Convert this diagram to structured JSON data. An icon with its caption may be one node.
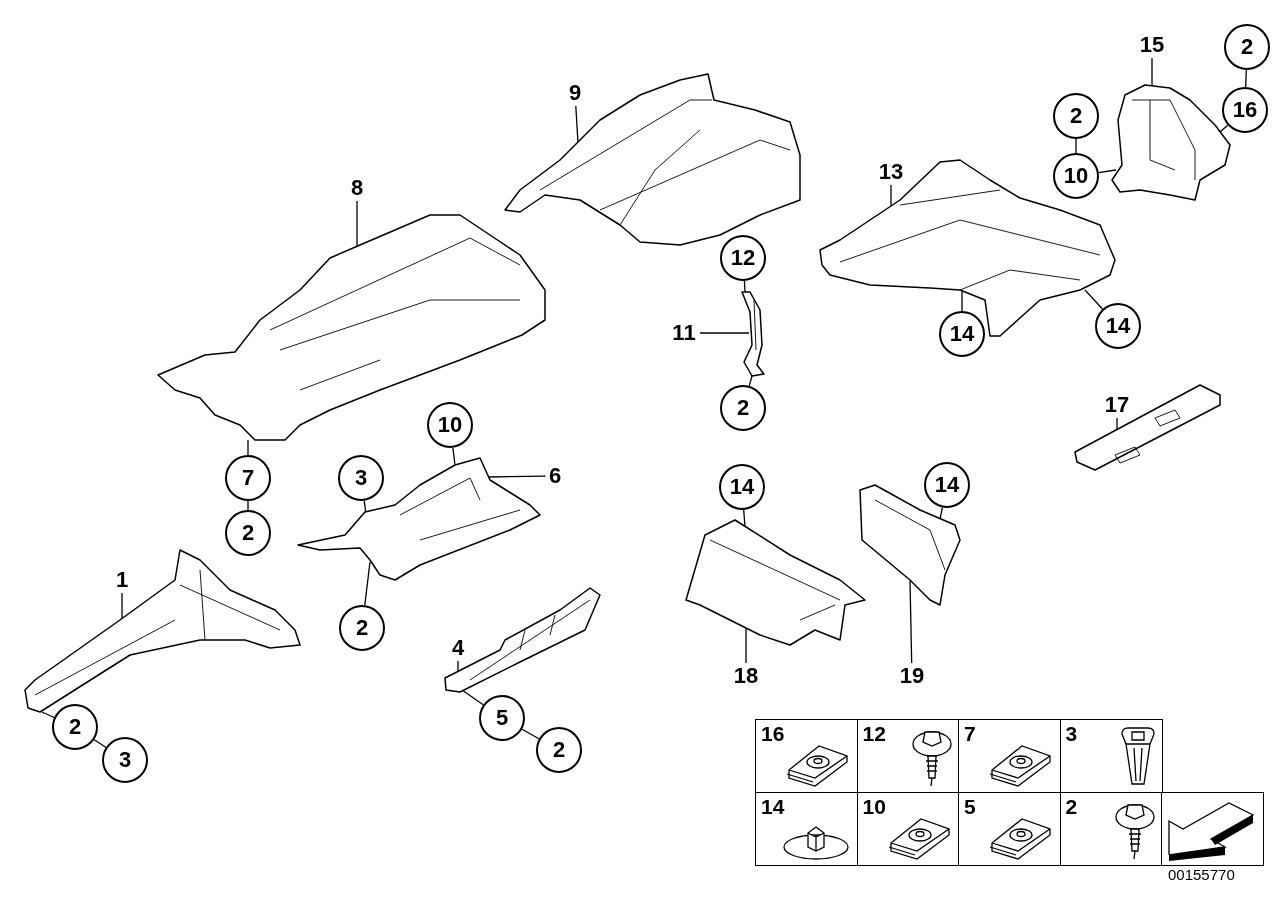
{
  "diagram": {
    "nodes": [
      {
        "text": [
          "9"
        ]
      },
      {
        "text": [],
        "shape": "picture"
      },
      {
        "text": [
          "15"
        ]
      },
      {
        "text": [
          "2"
        ]
      },
      {
        "text": [],
        "shape": "picture"
      },
      {
        "text": [
          "2"
        ]
      },
      {
        "text": [
          "16"
        ]
      },
      {
        "text": [
          "10"
        ]
      },
      {
        "text": [
          "13"
        ]
      },
      {
        "text": [
          "8"
        ]
      },
      {
        "text": [],
        "shape": "picture"
      },
      {
        "text": [],
        "shape": "picture"
      },
      {
        "text": [
          "12"
        ]
      },
      {
        "text": [
          "11"
        ]
      },
      {
        "text": [],
        "shape": "picture"
      },
      {
        "text": [
          "14"
        ]
      },
      {
        "text": [
          "14"
        ]
      },
      {
        "text": [
          "2"
        ]
      },
      {
        "text": [
          "17"
        ]
      },
      {
        "text": [
          "10"
        ]
      },
      {
        "text": [],
        "shape": "picture"
      },
      {
        "text": [
          "7"
        ]
      },
      {
        "text": [
          "6"
        ]
      },
      {
        "text": [
          "3"
        ]
      },
      {
        "text": [
          "14"
        ]
      },
      {
        "text": [
          "14"
        ]
      },
      {
        "text": [],
        "shape": "picture"
      },
      {
        "text": [],
        "shape": "picture"
      },
      {
        "text": [],
        "shape": "picture"
      },
      {
        "text": [
          "2"
        ]
      },
      {
        "text": [
          "1"
        ]
      },
      {
        "text": [],
        "shape": "picture"
      },
      {
        "text": [
          "2"
        ]
      },
      {
        "text": [
          "4"
        ]
      },
      {
        "text": [],
        "shape": "picture"
      },
      {
        "text": [
          "18"
        ]
      },
      {
        "text": [
          "19"
        ]
      },
      {
        "text": [
          "5"
        ]
      },
      {
        "text": [
          "2"
        ]
      },
      {
        "text": [
          "2"
        ]
      },
      {
        "text": [
          "3"
        ]
      }
    ],
    "edges": [
      {
        "from": 0,
        "to": 1,
        "arrow": "none"
      },
      {
        "from": 2,
        "to": 4,
        "arrow": "none"
      },
      {
        "from": 3,
        "to": 6,
        "arrow": "none"
      },
      {
        "from": 6,
        "to": 4,
        "arrow": "none"
      },
      {
        "from": 5,
        "to": 7,
        "arrow": "none"
      },
      {
        "from": 7,
        "to": 4,
        "arrow": "none"
      },
      {
        "from": 8,
        "to": 10,
        "arrow": "none"
      },
      {
        "from": 9,
        "to": 11,
        "arrow": "none"
      },
      {
        "from": 12,
        "to": 14,
        "arrow": "none"
      },
      {
        "from": 13,
        "to": 14,
        "arrow": "none"
      },
      {
        "from": 15,
        "to": 10,
        "arrow": "none"
      },
      {
        "from": 16,
        "to": 10,
        "arrow": "none"
      },
      {
        "from": 17,
        "to": 14,
        "arrow": "none"
      },
      {
        "from": 18,
        "to": 20,
        "arrow": "none"
      },
      {
        "from": 19,
        "to": 26,
        "arrow": "none"
      },
      {
        "from": 21,
        "to": 11,
        "arrow": "none"
      },
      {
        "from": 22,
        "to": 26,
        "arrow": "none"
      },
      {
        "from": 23,
        "to": 26,
        "arrow": "none"
      },
      {
        "from": 24,
        "to": 28,
        "arrow": "none"
      },
      {
        "from": 25,
        "to": 27,
        "arrow": "none"
      },
      {
        "from": 21,
        "to": 29,
        "arrow": "none"
      },
      {
        "from": 30,
        "to": 31,
        "arrow": "none"
      },
      {
        "from": 32,
        "to": 26,
        "arrow": "none"
      },
      {
        "from": 33,
        "to": 34,
        "arrow": "none"
      },
      {
        "from": 35,
        "to": 28,
        "arrow": "none"
      },
      {
        "from": 36,
        "to": 27,
        "arrow": "none"
      },
      {
        "from": 37,
        "to": 34,
        "arrow": "none"
      },
      {
        "from": 38,
        "to": 31,
        "arrow": "none"
      },
      {
        "from": 37,
        "to": 39,
        "arrow": "none"
      },
      {
        "from": 38,
        "to": 40,
        "arrow": "none"
      }
    ],
    "labels": [
      "16",
      "12",
      "7",
      "3",
      "14",
      "10",
      "5",
      "2",
      "00155770"
    ]
  }
}
